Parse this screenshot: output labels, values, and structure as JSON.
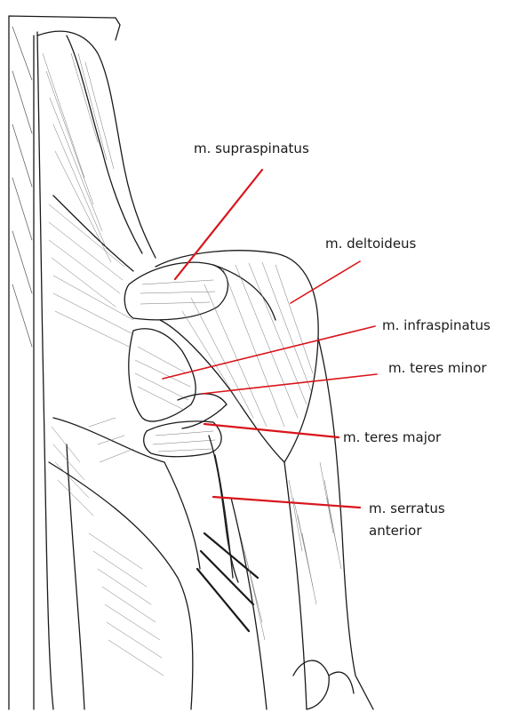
{
  "labels": {
    "supraspinatus": "m. supraspinatus",
    "deltoideus": "m. deltoideus",
    "infraspinatus": "m. infraspinatus",
    "teres_minor": "m. teres minor",
    "teres_major": "m. teres major",
    "serratus_line1": "m. serratus",
    "serratus_line2": "anterior"
  },
  "colors": {
    "leader_line": "#d9141b",
    "outline": "#1a1a1a",
    "background": "#ffffff"
  }
}
